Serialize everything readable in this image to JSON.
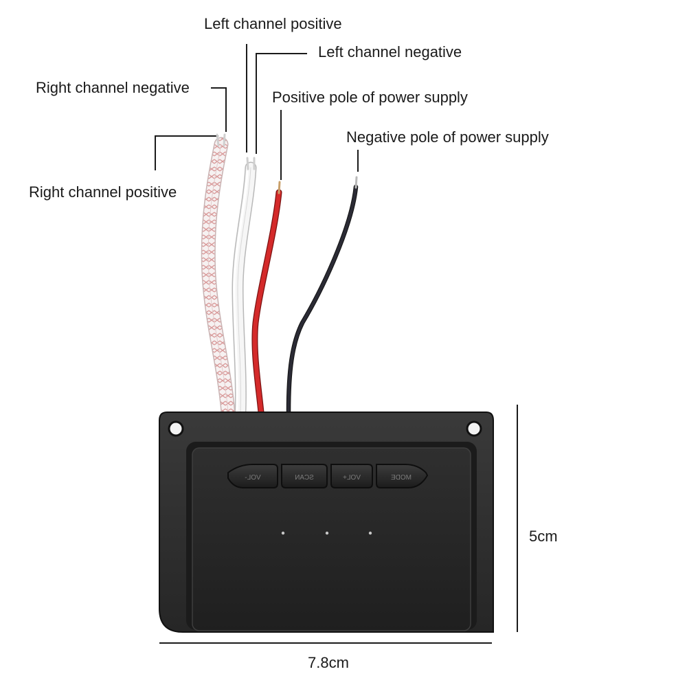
{
  "labels": {
    "left_channel_positive": "Left channel positive",
    "left_channel_negative": "Left channel negative",
    "right_channel_negative": "Right channel negative",
    "positive_pole_power": "Positive pole of power supply",
    "negative_pole_power": "Negative pole of power supply",
    "right_channel_positive": "Right channel positive"
  },
  "dimensions": {
    "height": "5cm",
    "width": "7.8cm"
  },
  "buttons": [
    "VOL-",
    "SCAN",
    "VOL+",
    "MODE"
  ],
  "colors": {
    "wire_red": "#d42a2a",
    "wire_black": "#262630",
    "wire_white": "#f4f4f4",
    "wire_stripe": "#d69a9a",
    "device_body": "#2b2b2b",
    "leader_line": "#1a1a1a"
  }
}
